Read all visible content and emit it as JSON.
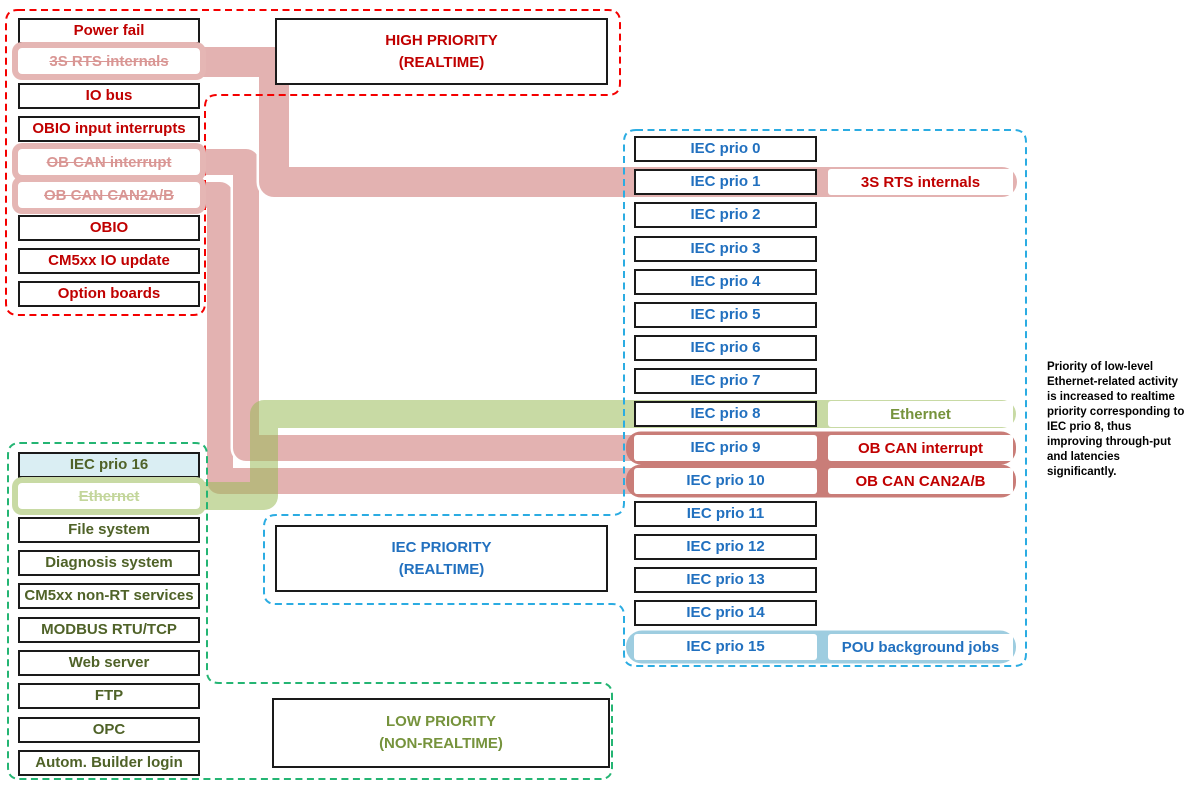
{
  "high_priority_region": {
    "title": [
      "HIGH PRIORITY",
      "(REALTIME)"
    ],
    "items": [
      "Power fail",
      "3S RTS internals",
      "IO bus",
      "OBIO input interrupts",
      "OB CAN interrupt",
      "OB CAN CAN2A/B",
      "OBIO",
      "CM5xx IO update",
      "Option boards"
    ]
  },
  "iec_region": {
    "rows": [
      "IEC prio 0",
      "IEC prio 1",
      "IEC prio 2",
      "IEC prio 3",
      "IEC prio 4",
      "IEC prio 5",
      "IEC prio 6",
      "IEC prio 7",
      "IEC prio 8",
      "IEC prio 9",
      "IEC prio 10",
      "IEC prio 11",
      "IEC prio 12",
      "IEC prio 13",
      "IEC prio 14",
      "IEC prio 15"
    ],
    "attached": {
      "1": "3S RTS internals",
      "8": "Ethernet",
      "9": "OB CAN interrupt",
      "10": "OB CAN CAN2A/B",
      "15": "POU background jobs"
    }
  },
  "iec_priority_box": {
    "title": [
      "IEC PRIORITY",
      "(REALTIME)"
    ]
  },
  "low_priority_region": {
    "title": [
      "LOW PRIORITY",
      "(NON-REALTIME)"
    ],
    "items": [
      "IEC prio 16",
      "Ethernet",
      "File system",
      "Diagnosis system",
      "CM5xx non-RT services",
      "MODBUS RTU/TCP",
      "Web server",
      "FTP",
      "OPC",
      "Autom. Builder login"
    ]
  },
  "note": "Priority of low-level Ethernet-related activity is increased to realtime priority corresponding to IEC prio 8, thus improving through-put and latencies significantly.",
  "colors": {
    "dark_red_text": "#c00000",
    "struck_pink_text": "#d99694",
    "blue_text": "#2170bf",
    "olive_text": "#76933c",
    "dark_olive_text": "#4f6228",
    "struck_green_text": "#c3d69b",
    "band_pink": "#C0504D",
    "band_green": "#9BBB59",
    "capsule_rose": "#C97D78",
    "capsule_blue": "#9ECDE0",
    "dashed_red": "#f40000",
    "dashed_green": "#24b573",
    "dashed_cyan": "#2bace2",
    "prio16_fill": "#daeef3"
  }
}
